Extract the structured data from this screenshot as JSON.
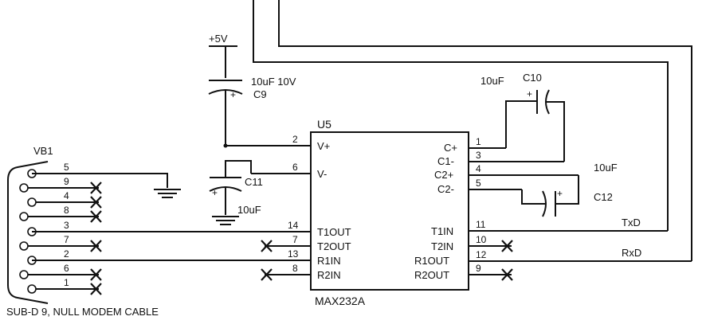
{
  "supply": {
    "label": "+5V"
  },
  "chip": {
    "ref": "U5",
    "part": "MAX232A",
    "left_pins": [
      {
        "num": "2",
        "name": "V+"
      },
      {
        "num": "6",
        "name": "V-"
      },
      {
        "num": "14",
        "name": "T1OUT"
      },
      {
        "num": "7",
        "name": "T2OUT"
      },
      {
        "num": "13",
        "name": "R1IN"
      },
      {
        "num": "8",
        "name": "R2IN"
      }
    ],
    "right_pins": [
      {
        "num": "1",
        "name": "C+"
      },
      {
        "num": "3",
        "name": "C1-"
      },
      {
        "num": "4",
        "name": "C2+"
      },
      {
        "num": "5",
        "name": "C2-"
      },
      {
        "num": "11",
        "name": "T1IN"
      },
      {
        "num": "10",
        "name": "T2IN"
      },
      {
        "num": "12",
        "name": "R1OUT"
      },
      {
        "num": "9",
        "name": "R2OUT"
      }
    ]
  },
  "capacitors": {
    "c9": {
      "value": "10uF 10V",
      "ref": "C9",
      "polarity": "+"
    },
    "c11": {
      "value": "10uF",
      "ref": "C11",
      "polarity": "+"
    },
    "c10": {
      "value": "10uF",
      "ref": "C10",
      "polarity": "+"
    },
    "c12": {
      "value": "10uF",
      "ref": "C12",
      "polarity": "+"
    }
  },
  "connector": {
    "ref": "VB1",
    "caption": "SUB-D 9, NULL MODEM CABLE",
    "pins": [
      "5",
      "9",
      "4",
      "8",
      "3",
      "7",
      "2",
      "6",
      "1"
    ]
  },
  "signals": {
    "txd": "TxD",
    "rxd": "RxD"
  }
}
